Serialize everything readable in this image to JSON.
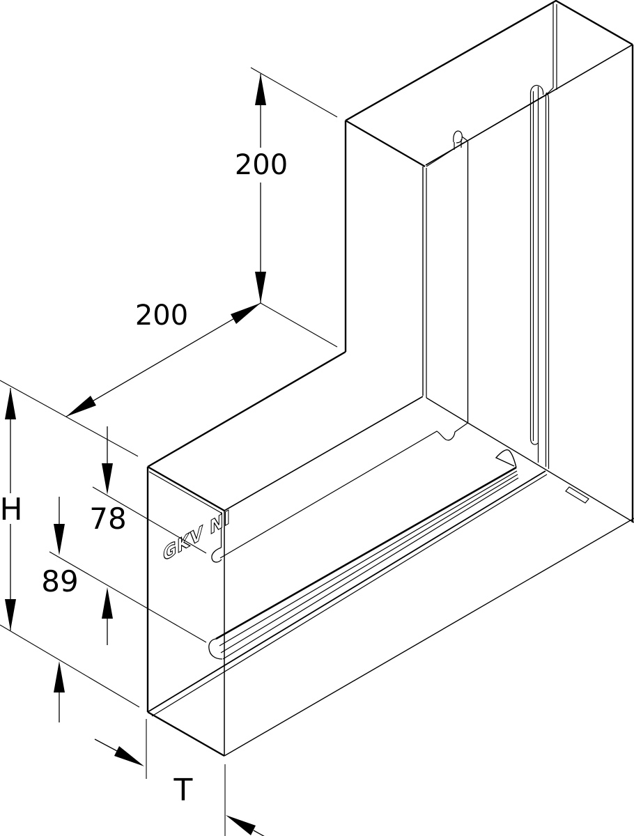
{
  "drawing": {
    "embossing": "GKV NI",
    "dimensions": {
      "vertical_length": "200",
      "horizontal_length": "200",
      "height": "H",
      "upper_offset": "78",
      "lower_offset": "89",
      "depth": "T"
    },
    "colors": {
      "line": "#000000",
      "background": "#ffffff"
    }
  }
}
